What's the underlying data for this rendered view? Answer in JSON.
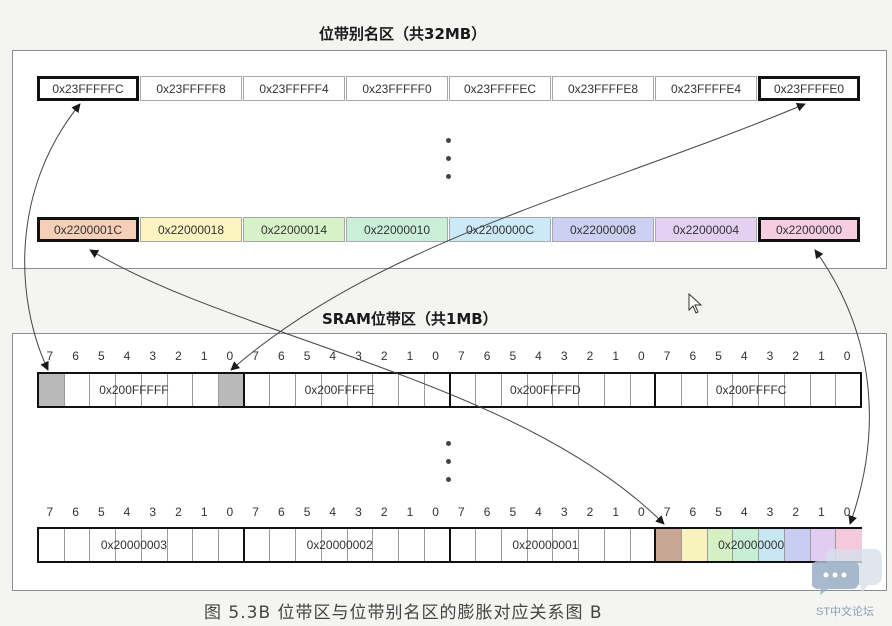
{
  "alias_region": {
    "title": "位带别名区（共32MB）",
    "top_row": [
      "0x23FFFFFC",
      "0x23FFFFF8",
      "0x23FFFFF4",
      "0x23FFFFF0",
      "0x23FFFFEC",
      "0x23FFFFE8",
      "0x23FFFFE4",
      "0x23FFFFE0"
    ],
    "bottom_row": [
      {
        "label": "0x2200001C",
        "color": "#f6cfb8"
      },
      {
        "label": "0x22000018",
        "color": "#fbf3c0"
      },
      {
        "label": "0x22000014",
        "color": "#d8f2c8"
      },
      {
        "label": "0x22000010",
        "color": "#c9efd8"
      },
      {
        "label": "0x2200000C",
        "color": "#cbe9f7"
      },
      {
        "label": "0x22000008",
        "color": "#ccd0f3"
      },
      {
        "label": "0x22000004",
        "color": "#e4d0f3"
      },
      {
        "label": "0x22000000",
        "color": "#f7cde0"
      }
    ]
  },
  "sram_region": {
    "title": "SRAM位带区（共1MB）",
    "bit_numbers": [
      "7",
      "6",
      "5",
      "4",
      "3",
      "2",
      "1",
      "0"
    ],
    "top_bytes": [
      "0x200FFFFF",
      "0x200FFFFE",
      "0x200FFFFD",
      "0x200FFFFC"
    ],
    "bottom_bytes": [
      "0x20000003",
      "0x20000002",
      "0x20000001",
      "0x20000000"
    ],
    "highlight_gray": "#b9b9b9",
    "byte0_bit_colors": [
      "#c9a795",
      "#f8f2be",
      "#d5f1c4",
      "#c7efd6",
      "#c7e7f5",
      "#c9cdf1",
      "#e2cdf2",
      "#f5c9dc"
    ]
  },
  "caption": "图 5.3B   位带区与位带别名区的膨胀对应关系图 B",
  "watermark": {
    "text": "ST中文论坛",
    "color": "#8aa3bf"
  }
}
